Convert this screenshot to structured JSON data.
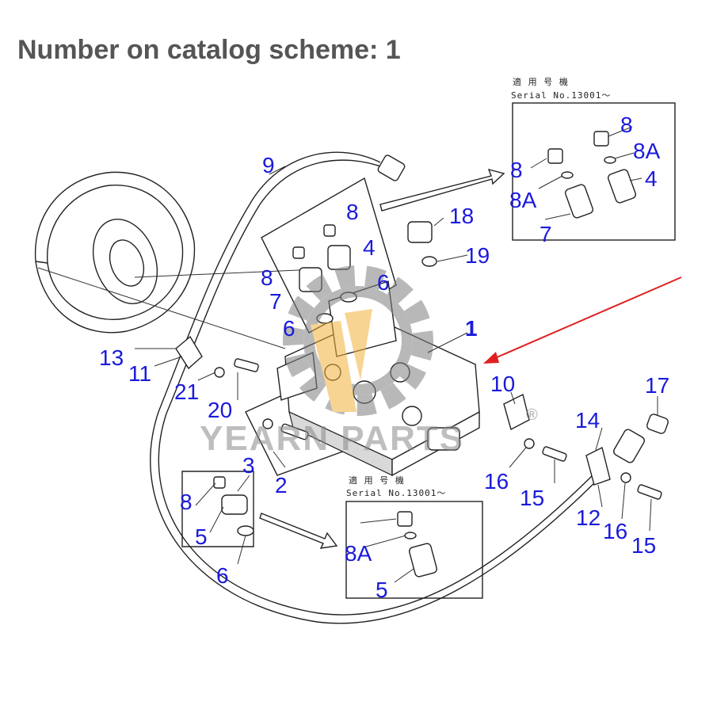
{
  "page": {
    "title": "Number on catalog scheme: 1"
  },
  "inset_boxes": [
    {
      "header_kanji": "適 用 号 機",
      "header_serial": "Serial No.13001～"
    },
    {
      "header_kanji": "適 用 号 機",
      "header_serial": "Serial No.13001～"
    }
  ],
  "callouts": [
    "1",
    "2",
    "3",
    "4",
    "4",
    "5",
    "5",
    "6",
    "6",
    "6",
    "7",
    "7",
    "8",
    "8",
    "8",
    "8",
    "8",
    "8A",
    "8A",
    "8A",
    "9",
    "10",
    "11",
    "12",
    "13",
    "14",
    "15",
    "15",
    "16",
    "16",
    "17",
    "18",
    "19",
    "20",
    "21"
  ],
  "watermark": {
    "text": "YEARN PARTS",
    "registered": "®",
    "colors": {
      "gear": "#7f7f7f",
      "accent": "#f2b13a"
    }
  },
  "colors": {
    "callout": "#1a1adc",
    "pointer_arrow": "#e02020",
    "title": "#555555"
  }
}
